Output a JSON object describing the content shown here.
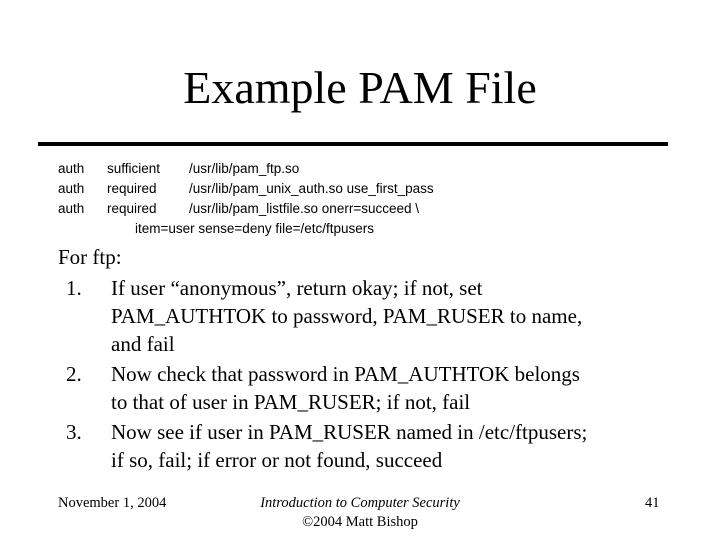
{
  "slide": {
    "title": "Example PAM File",
    "code": {
      "lines": [
        {
          "module": "auth",
          "flag": "sufficient",
          "args": "/usr/lib/pam_ftp.so"
        },
        {
          "module": "auth",
          "flag": "required",
          "args": "/usr/lib/pam_unix_auth.so use_first_pass"
        },
        {
          "module": "auth",
          "flag": "required",
          "args": "/usr/lib/pam_listfile.so onerr=succeed \\"
        }
      ],
      "continuation": "item=user sense=deny file=/etc/ftpusers"
    },
    "body": {
      "intro": "For ftp:",
      "items": [
        {
          "number": "1.",
          "lines": [
            "If user “anonymous”, return okay; if not, set",
            "PAM_AUTHTOK to password, PAM_RUSER to name,",
            "and fail"
          ]
        },
        {
          "number": "2.",
          "lines": [
            "Now check that password in PAM_AUTHTOK belongs",
            "to that of user in PAM_RUSER; if not, fail"
          ]
        },
        {
          "number": "3.",
          "lines": [
            "Now see if user in PAM_RUSER named in /etc/ftpusers;",
            "if so, fail; if error or not found, succeed"
          ]
        }
      ]
    },
    "footer": {
      "date": "November 1, 2004",
      "course": "Introduction to Computer Security",
      "copyright": "©2004 Matt Bishop",
      "page_number": "41"
    }
  }
}
